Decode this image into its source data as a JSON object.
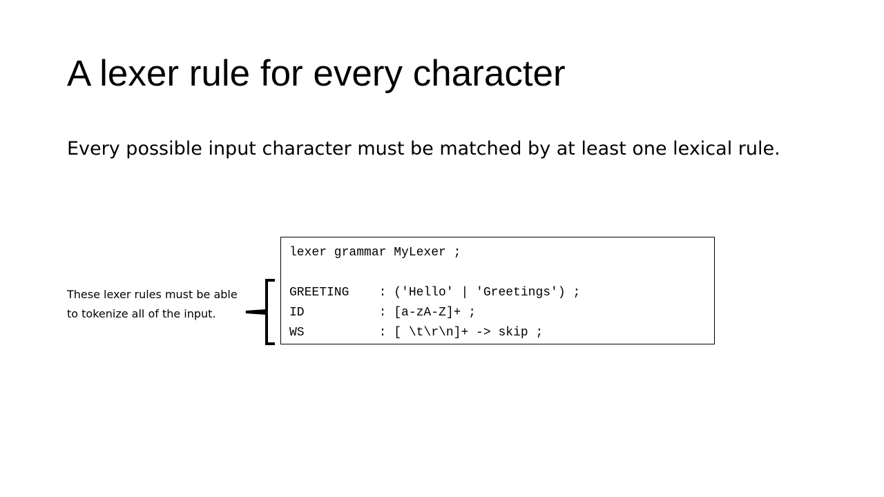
{
  "slide": {
    "title": "A lexer rule for every character",
    "body": "Every possible input character must be matched by at least one lexical rule.",
    "note": "These lexer rules must be able to tokenize all of the input.",
    "code_lines": [
      "lexer grammar MyLexer ;",
      "",
      "GREETING    : ('Hello' | 'Greetings') ;",
      "ID          : [a-zA-Z]+ ;",
      "WS          : [ \\t\\r\\n]+ -> skip ;"
    ]
  }
}
